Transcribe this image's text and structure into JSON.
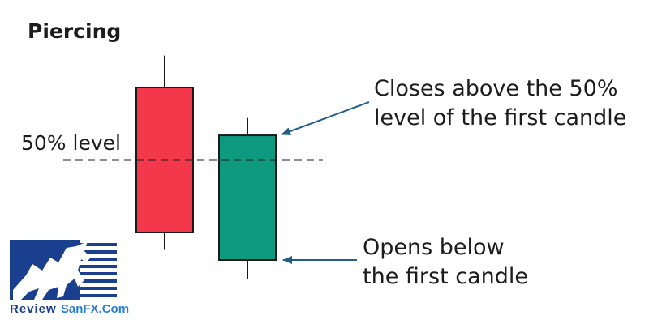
{
  "title": "Piercing",
  "level_label": "50% level",
  "notes": {
    "close": [
      "Closes above the 50%",
      "level of the first candle"
    ],
    "open": [
      "Opens below",
      "the first candle"
    ]
  },
  "colors": {
    "bearish": "#f2384a",
    "bullish": "#0d9a7e",
    "outline": "#1a1a1a",
    "arrow": "#1f5f8b",
    "logo_blue": "#1b3f8f"
  },
  "candles": [
    {
      "name": "first-candle",
      "direction": "bearish",
      "open": 100,
      "close": 0,
      "high": 122,
      "low": -12
    },
    {
      "name": "second-candle",
      "direction": "bullish",
      "open": -19,
      "close": 67,
      "high": 79,
      "low": -32
    }
  ],
  "level_value": 50,
  "logo": {
    "icon": "bull-logo-icon",
    "text_1": "Review",
    "text_2": "SanFX.Com"
  }
}
